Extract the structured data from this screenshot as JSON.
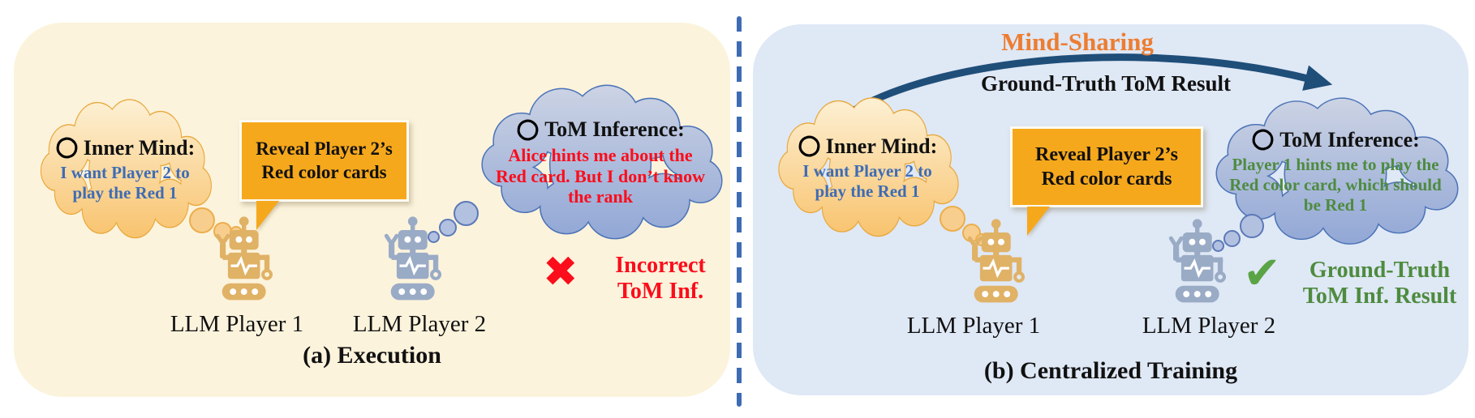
{
  "figure": {
    "type": "two-panel diagram",
    "topic": "LLM agents Theory-of-Mind: execution vs centralized training"
  },
  "panels": {
    "execution": {
      "caption": "(a) Execution",
      "inner_mind": {
        "title": "Inner Mind:",
        "text": "I want Player 2 to play the Red 1"
      },
      "speech_bubble": "Reveal Player 2’s Red color cards",
      "tom_inference": {
        "title": "ToM Inference:",
        "text": "Alice hints me about the Red card. But I don’t know the rank"
      },
      "player1_label": "LLM Player 1",
      "player2_label": "LLM Player 2",
      "verdict": {
        "icon": "✖",
        "lines": [
          "Incorrect",
          "ToM Inf."
        ]
      }
    },
    "training": {
      "caption": "(b) Centralized Training",
      "mind_sharing_title": "Mind-Sharing",
      "arrow_label": "Ground-Truth ToM Result",
      "inner_mind": {
        "title": "Inner Mind:",
        "text": "I want Player 2 to play the Red 1"
      },
      "speech_bubble": "Reveal Player 2’s Red color cards",
      "tom_inference": {
        "title": "ToM Inference:",
        "text": "Player 1 hints me to play the Red color card, which should be Red 1"
      },
      "player1_label": "LLM Player 1",
      "player2_label": "LLM Player 2",
      "verdict": {
        "icon": "✔",
        "lines": [
          "Ground-Truth",
          "ToM Inf. Result"
        ]
      }
    }
  },
  "icons": {
    "openai_logo": "openai-logo-icon",
    "robot": "robot-icon",
    "cross": "incorrect-x-icon",
    "check": "ground-truth-check-icon"
  },
  "colors": {
    "panel_execution_bg": "#FCF3DC",
    "panel_training_bg": "#DFE8F5",
    "divider_blue": "#3E6CB4",
    "cloud_orange_top": "#FDF1D6",
    "cloud_orange_bottom": "#F8C169",
    "cloud_orange_border": "#E8A83C",
    "cloud_blue_top": "#CDD4E4",
    "cloud_blue_bottom": "#8FA5D5",
    "cloud_blue_border": "#4C74B8",
    "speech_bubble_bg": "#F6A81C",
    "robot_player1": "#E0B266",
    "robot_player2": "#9AABC6",
    "mind_text_blue": "#3E6CB5",
    "incorrect_red": "#FB0D1B",
    "ground_truth_green": "#4E8B3F",
    "mind_sharing_orange": "#ED7D31",
    "arrow_navy": "#1F4E79"
  }
}
